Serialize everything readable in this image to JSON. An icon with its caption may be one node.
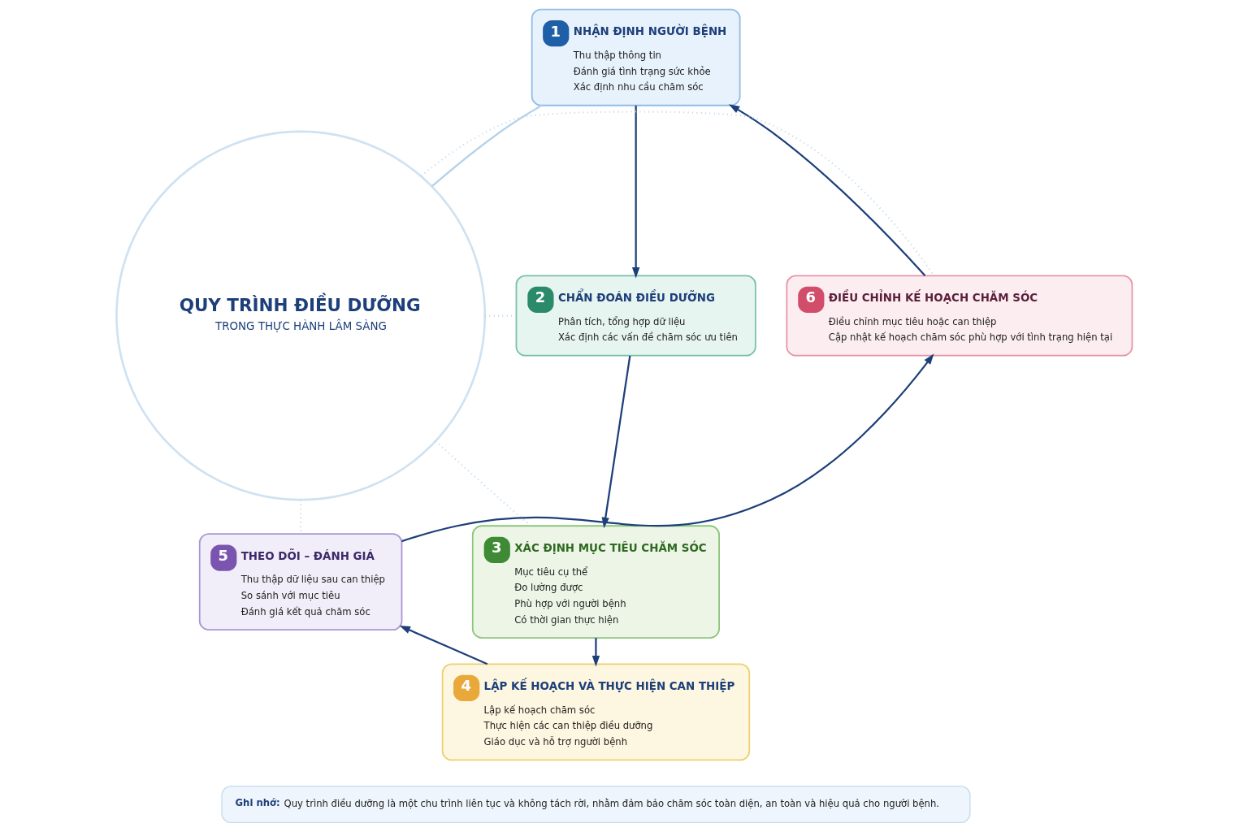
{
  "diagram": {
    "nodes": [
      {
        "text": [
          "1",
          "NHẬN ĐỊNH NGƯỜI BỆNH",
          "Thu thập thông tin",
          "Đánh giá tình trạng sức khỏe",
          "Xác định nhu cầu chăm sóc"
        ]
      },
      {
        "text": [
          "2",
          "CHẨN ĐOÁN ĐIỀU DƯỠNG",
          "Phân tích, tổng hợp dữ liệu",
          "Xác định các vấn đề chăm sóc ưu tiên"
        ]
      },
      {
        "text": [
          "3",
          "XÁC ĐỊNH MỤC TIÊU CHĂM SÓC",
          "Mục tiêu cụ thể",
          "Đo lường được",
          "Phù hợp với người bệnh",
          "Có thời gian thực hiện"
        ]
      },
      {
        "text": [
          "4",
          "LẬP KẾ HOẠCH VÀ THỰC HIỆN CAN THIỆP",
          "Lập kế hoạch chăm sóc",
          "Thực hiện các can thiệp điều dưỡng",
          "Giáo dục và hỗ trợ người bệnh"
        ]
      },
      {
        "text": [
          "5",
          "THEO DÕI – ĐÁNH GIÁ",
          "Thu thập dữ liệu sau can thiệp",
          "So sánh với mục tiêu",
          "Đánh giá kết quả chăm sóc"
        ]
      },
      {
        "text": [
          "6",
          "ĐIỀU CHỈNH KẾ HOẠCH CHĂM SÓC",
          "Điều chỉnh mục tiêu hoặc can thiệp",
          "Cập nhật kế hoạch chăm sóc phù hợp với tình trạng hiện tại"
        ]
      },
      {
        "text": [
          "QUY TRÌNH ĐIỀU DƯỠNG",
          "TRONG THỰC HÀNH LÂM SÀNG"
        ]
      },
      {
        "text": [
          "Ghi nhớ:",
          "Quy trình điều dưỡng là một chu trình liên tục và không tách rời, nhằm đảm bảo chăm sóc toàn diện, an toàn và hiệu quả cho người bệnh."
        ]
      }
    ],
    "edges": [
      {
        "from": 0,
        "to": 1,
        "arrow": "to"
      },
      {
        "from": 1,
        "to": 2,
        "arrow": "to"
      },
      {
        "from": 2,
        "to": 3,
        "arrow": "to"
      },
      {
        "from": 3,
        "to": 4,
        "arrow": "to"
      },
      {
        "from": 4,
        "to": 5,
        "arrow": "to"
      },
      {
        "from": 5,
        "to": 0,
        "arrow": "to"
      },
      {
        "from": 6,
        "to": 0,
        "arrow": "none",
        "color": "#b5d2ea"
      },
      {
        "from": 6,
        "to": 5,
        "arrow": "none",
        "style": "dashed",
        "color": "#b5d2ea"
      },
      {
        "from": 6,
        "to": 1,
        "arrow": "none",
        "style": "dashed",
        "color": "#b5d2ea"
      },
      {
        "from": 6,
        "to": 4,
        "arrow": "none",
        "style": "dashed",
        "color": "#b5d2ea"
      },
      {
        "from": 6,
        "to": 2,
        "arrow": "none",
        "style": "dashed",
        "color": "#b5d2ea"
      }
    ]
  }
}
